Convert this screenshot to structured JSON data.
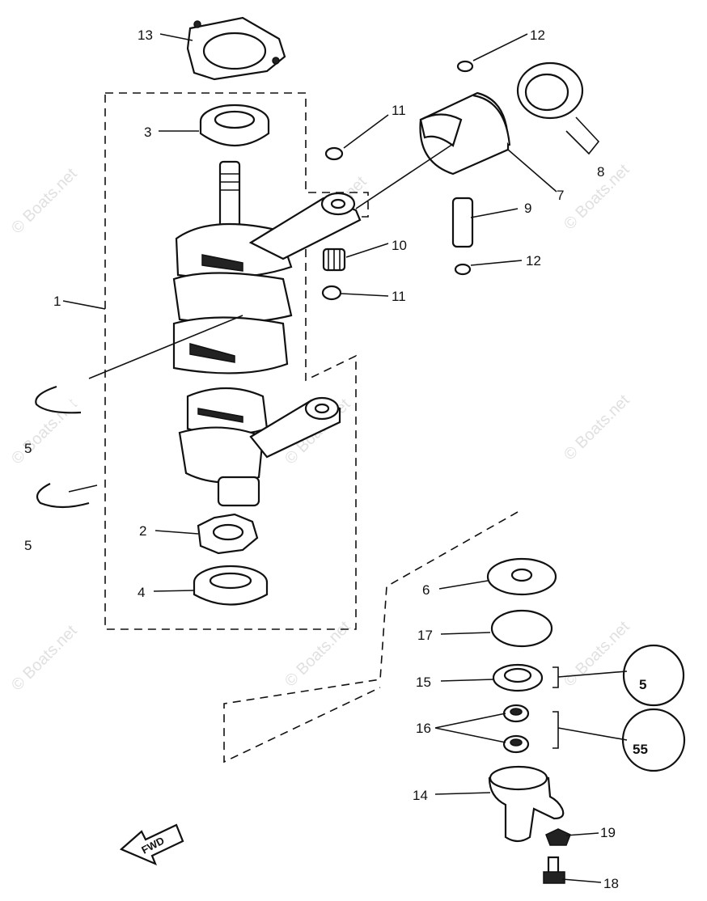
{
  "watermark": "© Boats.net",
  "callouts": {
    "p1": "1",
    "p2": "2",
    "p3": "3",
    "p4": "4",
    "p5": "5",
    "p5b": "5",
    "p6": "6",
    "p7": "7",
    "p8": "8",
    "p9": "9",
    "p10": "10",
    "p11a": "11",
    "p11b": "11",
    "p12a": "12",
    "p12b": "12",
    "p13": "13",
    "p14": "14",
    "p15": "15",
    "p16": "16",
    "p17": "17",
    "p18": "18",
    "p19": "19"
  },
  "fwd_label": "FWD"
}
